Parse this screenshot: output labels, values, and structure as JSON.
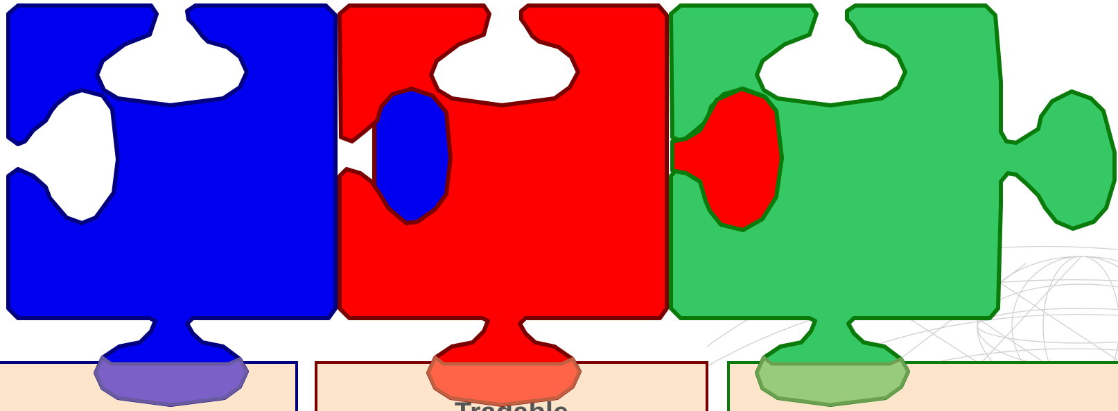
{
  "colors": {
    "blue_fill": "#0000f0",
    "blue_stroke": "#000080",
    "red_fill": "#ff0000",
    "red_stroke": "#7a0000",
    "green_fill": "#36c864",
    "green_stroke": "#0a7a0a",
    "panel_fill": "#fde5cc",
    "blue_overlap": "#7b60c8",
    "red_overlap": "#ff6448",
    "green_overlap": "#98cc7a",
    "globe_line": "#c8c8c8"
  },
  "pieces": [
    {
      "name": "blue",
      "color": "blue"
    },
    {
      "name": "red",
      "color": "red"
    },
    {
      "name": "green",
      "color": "green"
    }
  ],
  "panels": [
    {
      "title": ""
    },
    {
      "title": "Tradable"
    },
    {
      "title": ""
    }
  ]
}
